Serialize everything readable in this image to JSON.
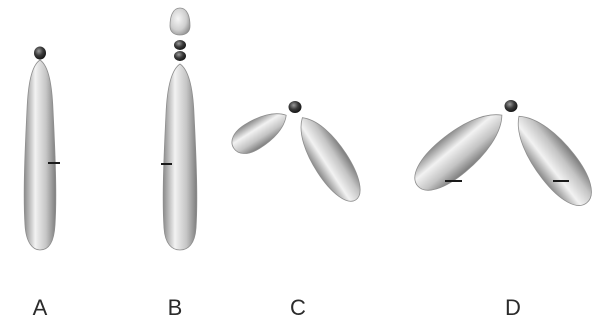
{
  "labels": {
    "a": "A",
    "b": "B",
    "c": "C",
    "d": "D"
  },
  "colors": {
    "chromatid_light": "#f4f4f4",
    "chromatid_mid": "#b8b8b8",
    "chromatid_dark": "#7a7a7a",
    "centromere": "#2a2a2a",
    "band": "#1a1a1a",
    "label": "#2b2b2b"
  }
}
